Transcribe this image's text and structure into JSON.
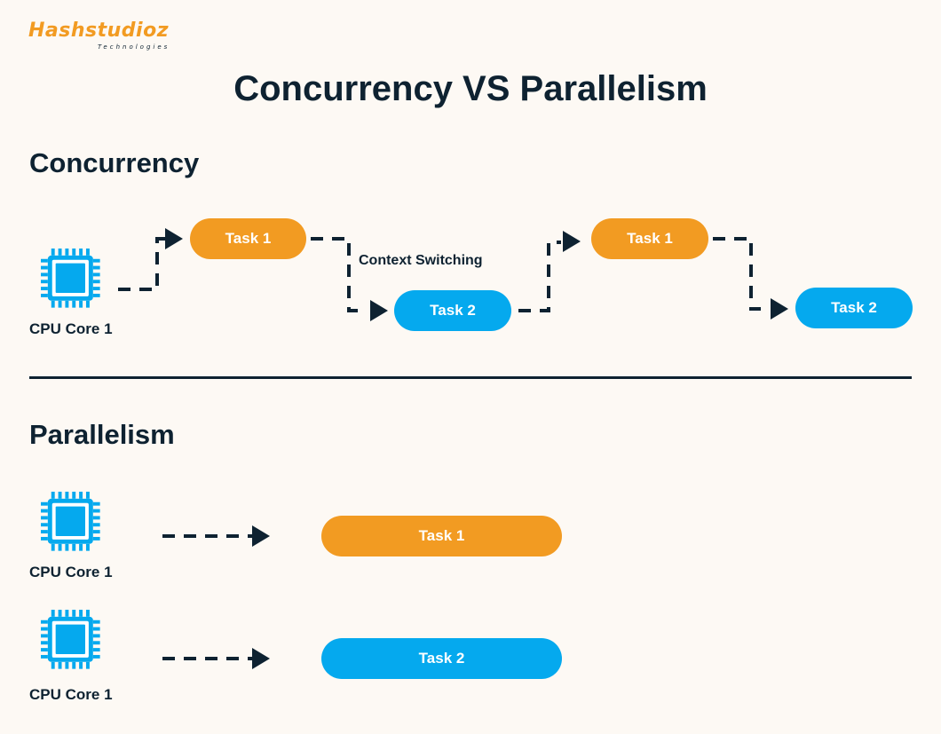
{
  "logo": {
    "main": "Hashstudioz",
    "sub": "Technologies"
  },
  "title": "Concurrency VS Parallelism",
  "concurrency": {
    "heading": "Concurrency",
    "cpu_label": "CPU Core 1",
    "context_label": "Context Switching",
    "tasks": [
      "Task 1",
      "Task 2",
      "Task 1",
      "Task 2"
    ]
  },
  "parallelism": {
    "heading": "Parallelism",
    "rows": [
      {
        "cpu_label": "CPU Core 1",
        "task": "Task 1"
      },
      {
        "cpu_label": "CPU Core 1",
        "task": "Task 2"
      }
    ]
  },
  "colors": {
    "background": "#FDF9F4",
    "dark": "#0E2231",
    "orange": "#F29B22",
    "blue": "#05A9EE"
  }
}
